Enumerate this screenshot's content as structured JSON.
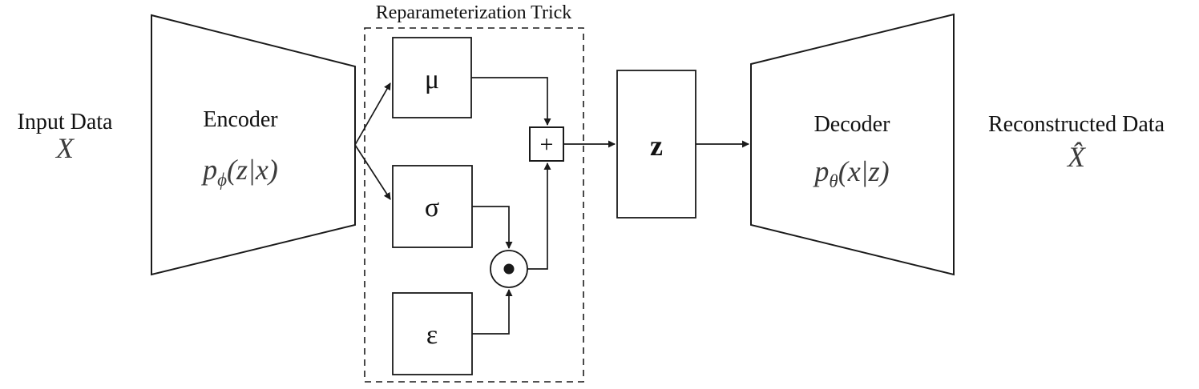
{
  "colors": {
    "background": "#ffffff",
    "stroke": "#1a1a1a",
    "label_text": "#111111",
    "math_text": "#3c3c3c"
  },
  "input": {
    "label": "Input Data",
    "symbol": "X"
  },
  "encoder": {
    "label": "Encoder",
    "math": {
      "base": "p",
      "sub": "ϕ",
      "args": "(z|x)"
    }
  },
  "reparam": {
    "title": "Reparameterization Trick",
    "mu_label": "μ",
    "sigma_label": "σ",
    "epsilon_label": "ε",
    "sum_label": "+"
  },
  "latent": {
    "label": "z"
  },
  "decoder": {
    "label": "Decoder",
    "math": {
      "base": "p",
      "sub": "θ",
      "args": "(x|z)"
    }
  },
  "output": {
    "label": "Reconstructed Data",
    "symbol": "X̂"
  }
}
